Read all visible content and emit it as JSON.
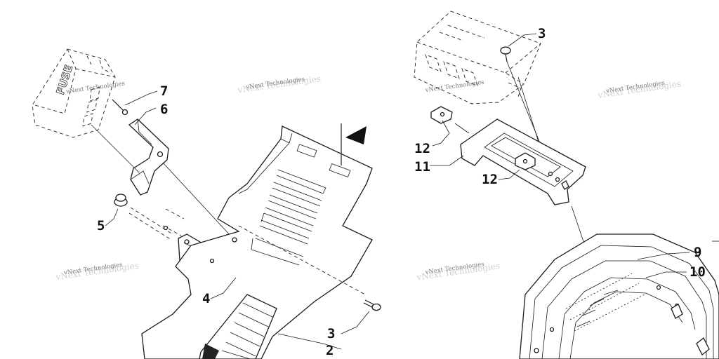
{
  "callouts": {
    "c7": "7",
    "c6": "6",
    "c5": "5",
    "c4": "4",
    "c3_left": "3",
    "c2": "2",
    "c3_right": "3",
    "c12_left": "12",
    "c11": "11",
    "c12_right": "12",
    "c9": "9",
    "c10": "10"
  },
  "fuse_label": "FUSE",
  "watermark": "vNext Technologies"
}
